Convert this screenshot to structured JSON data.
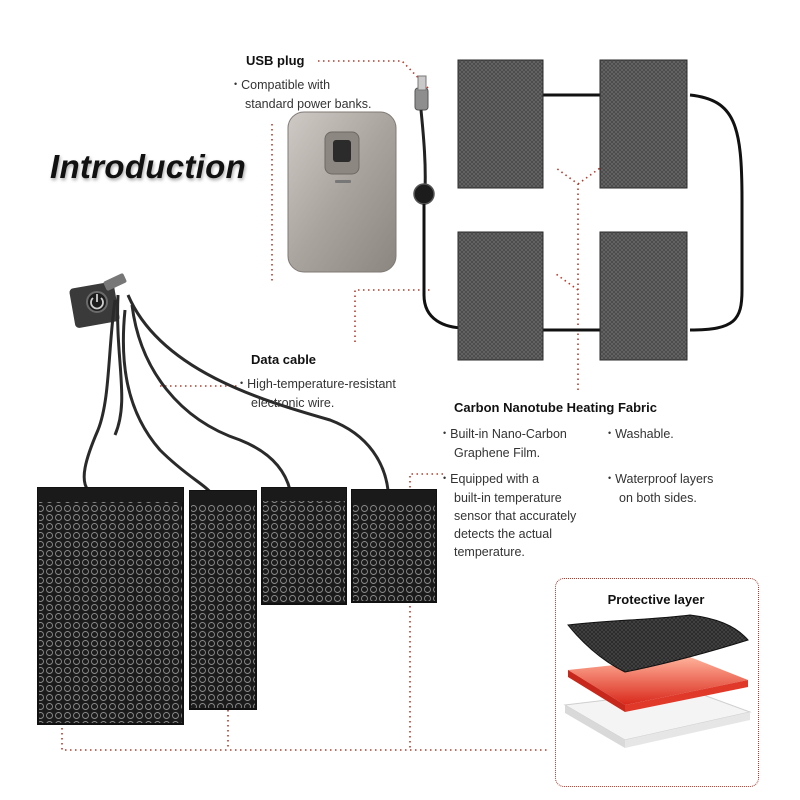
{
  "title": "Introduction",
  "usb_plug": {
    "heading": "USB plug",
    "bullet_line1": "Compatible with",
    "bullet_line2": "standard power banks."
  },
  "data_cable": {
    "heading": "Data cable",
    "bullet_line1": "High-temperature-resistant",
    "bullet_line2": "electronic wire."
  },
  "fabric": {
    "heading": "Carbon Nanotube Heating Fabric",
    "bullet1_line1": "Built-in Nano-Carbon",
    "bullet1_line2": "Graphene Film.",
    "bullet2_lines": [
      "Equipped with a",
      "built-in temperature",
      "sensor that accurately",
      "detects the actual",
      "temperature."
    ],
    "bullet3": "Washable.",
    "bullet4_line1": "Waterproof layers",
    "bullet4_line2": "on both sides."
  },
  "protective_layer": {
    "heading": "Protective layer"
  },
  "colors": {
    "accent_dots": "#b33a2a",
    "pad_dark": "#1c1c1c",
    "heat_layer": "#e84a3a",
    "power_bank": "#a7a29d"
  }
}
